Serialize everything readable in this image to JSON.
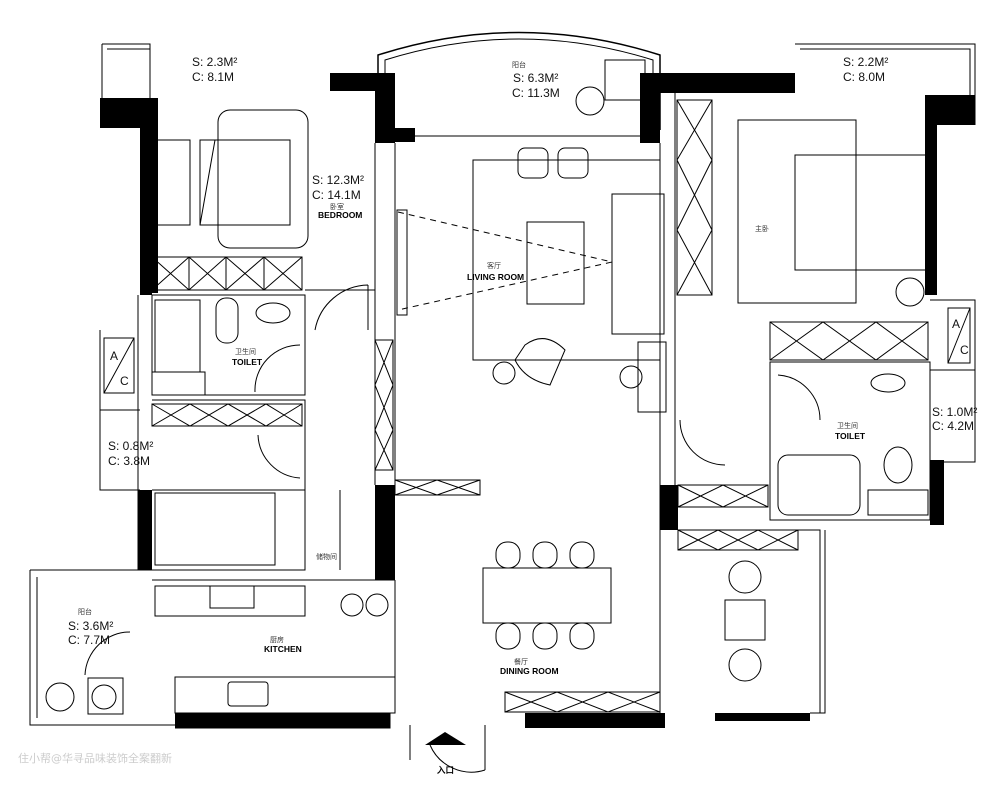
{
  "rooms": {
    "bedroom_balcony": {
      "area": "S: 2.3M²",
      "perimeter": "C: 8.1M"
    },
    "living_balcony": {
      "name_cn": "阳台",
      "area": "S: 6.3M²",
      "perimeter": "C: 11.3M"
    },
    "master_balcony": {
      "area": "S: 2.2M²",
      "perimeter": "C: 8.0M"
    },
    "bedroom": {
      "area": "S: 12.3M²",
      "perimeter": "C: 14.1M",
      "name_cn": "卧室",
      "name_en": "BEDROOM"
    },
    "living_room": {
      "name_cn": "客厅",
      "name_en": "LIVING ROOM"
    },
    "master_bedroom": {
      "name_cn": "主卧"
    },
    "toilet_left": {
      "name_cn": "卫生间",
      "name_en": "TOILET"
    },
    "toilet_right": {
      "name_cn": "卫生间",
      "name_en": "TOILET"
    },
    "left_ac_space": {
      "area": "S: 0.8M²",
      "perimeter": "C: 3.8M"
    },
    "right_ac_space": {
      "area": "S: 1.0M²",
      "perimeter": "C: 4.2M"
    },
    "storage": {
      "name_cn": "储物间"
    },
    "kitchen": {
      "name_cn": "厨房",
      "name_en": "KITCHEN"
    },
    "kitchen_balcony": {
      "name_cn": "阳台",
      "area": "S: 3.6M²",
      "perimeter": "C: 7.7M"
    },
    "dining_room": {
      "name_cn": "餐厅",
      "name_en": "DINING ROOM"
    },
    "entrance": {
      "name_cn": "入口"
    }
  },
  "ac_label": {
    "a": "A",
    "c": "C"
  },
  "watermark": "住小帮@华寻品味装饰全案翻新"
}
